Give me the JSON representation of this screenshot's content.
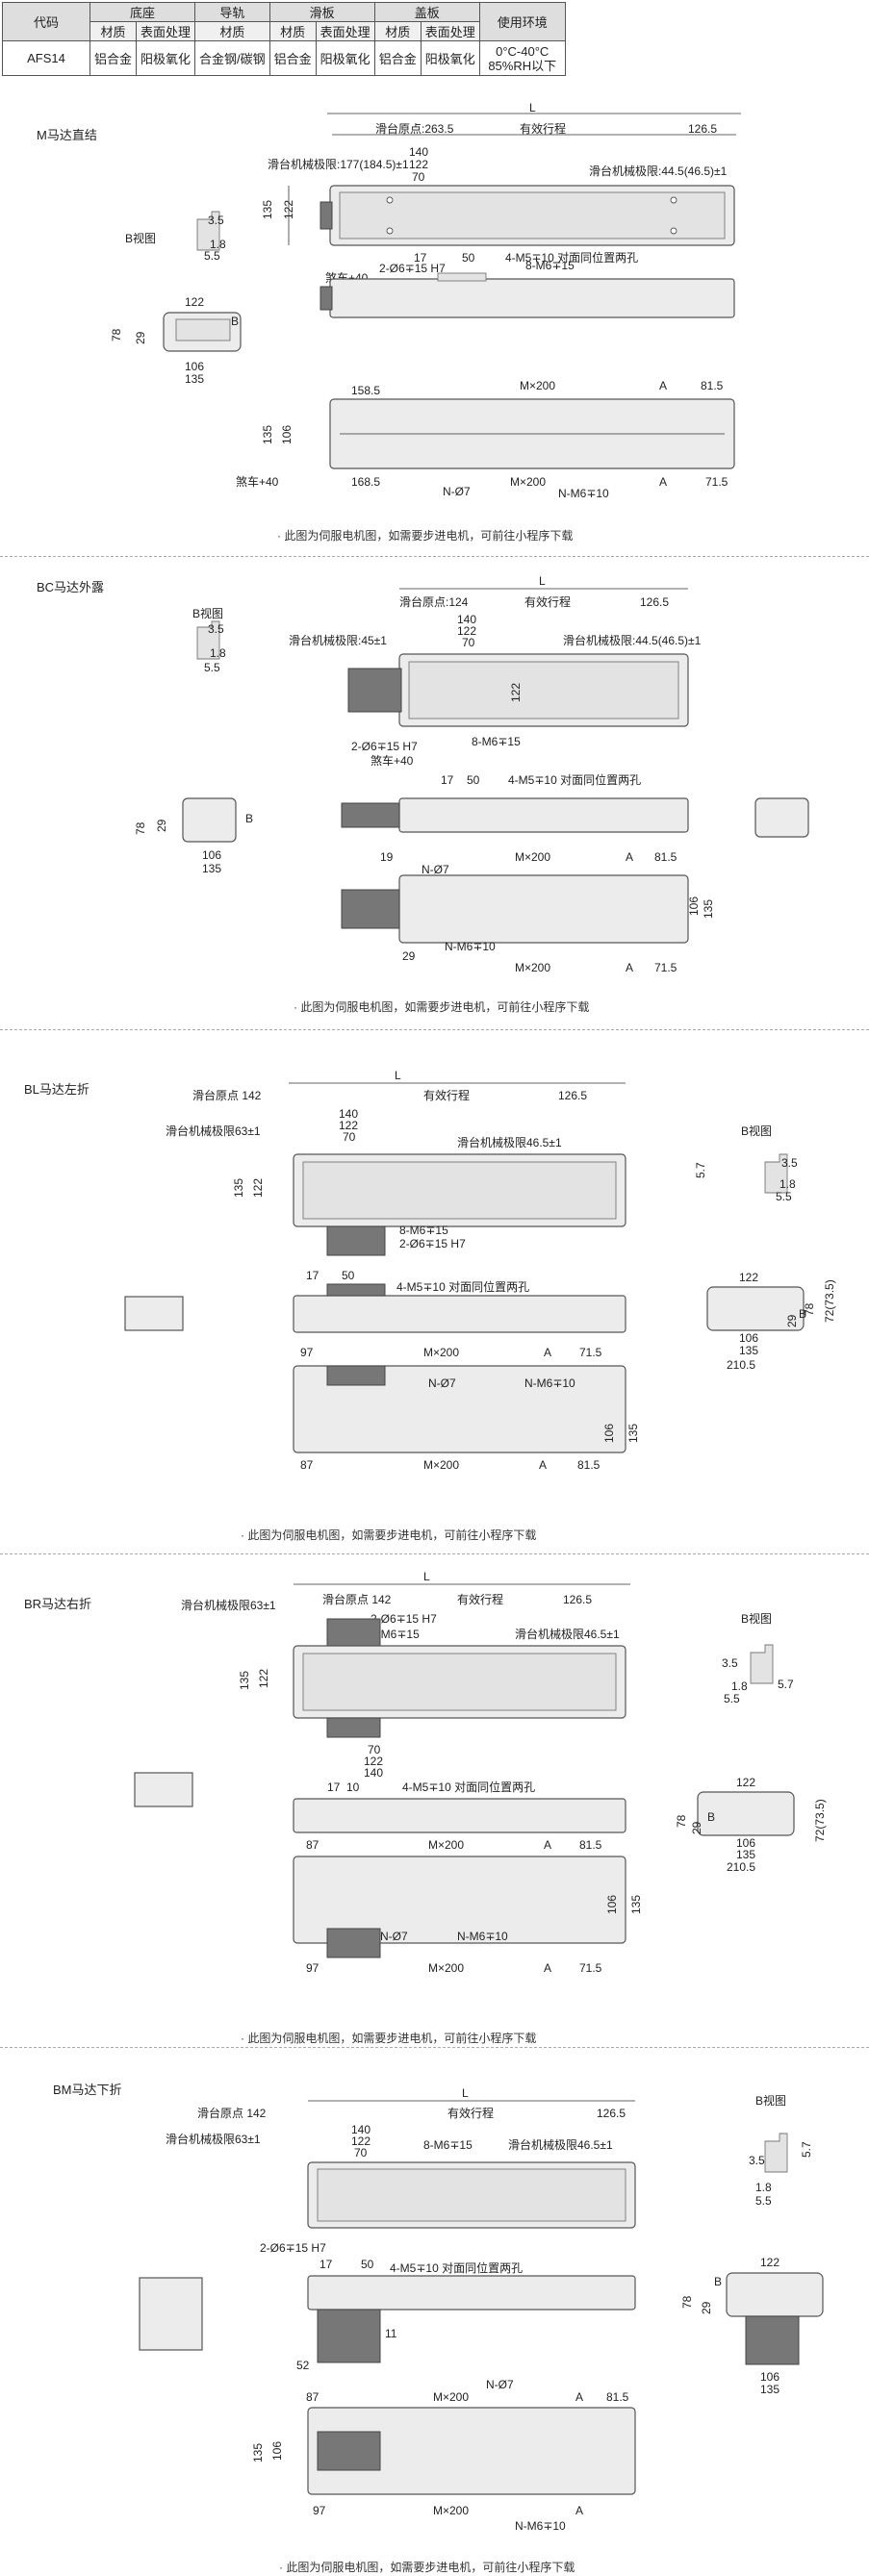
{
  "table": {
    "headers": [
      "代码",
      "底座",
      "导轨",
      "滑板",
      "盖板",
      "使用环境"
    ],
    "sub_headers": [
      "材质",
      "表面处理",
      "材质",
      "材质",
      "表面处理",
      "材质",
      "表面处理"
    ],
    "row": {
      "code": "AFS14",
      "base_material": "铝合金",
      "base_surface": "阳极氧化",
      "rail_material": "合金钢/碳钢",
      "slider_material": "铝合金",
      "slider_surface": "阳极氧化",
      "cover_material": "铝合金",
      "cover_surface": "阳极氧化",
      "env_temp": "0°C-40°C",
      "env_humidity": "85%RH以下"
    }
  },
  "note": "· 此图为伺服电机图，如需要步进电机，可前往小程序下载",
  "b_view": "B视图",
  "b_label": "B",
  "sections": [
    {
      "title": "M马达直结",
      "labels": {
        "L": "L",
        "stroke": "有效行程",
        "origin": "滑台原点:263.5",
        "limit_left": "滑台机械极限:177(184.5)±1",
        "limit_right": "滑台机械极限:44.5(46.5)±1",
        "d1265": "126.5",
        "d140": "140",
        "d122": "122",
        "d70": "70",
        "d135": "135",
        "d122v": "122",
        "brake": "煞车+40",
        "holes1": "2-Ø6∓15 H7",
        "holes2": "8-M6∓15",
        "d17": "17",
        "d50": "50",
        "holes3": "4-M5∓10 对面同位置两孔",
        "d1585": "158.5",
        "m200": "M×200",
        "a": "A",
        "d815": "81.5",
        "d106": "106",
        "brake2": "煞车+40",
        "d1685": "168.5",
        "n7": "N-Ø7",
        "m200b": "M×200",
        "nm6": "N-M6∓10",
        "a2": "A",
        "d715": "71.5",
        "b35": "3.5",
        "b18": "1.8",
        "b55": "5.5",
        "w122": "122",
        "w78": "78",
        "w29": "29",
        "w106": "106",
        "w135": "135"
      }
    },
    {
      "title": "BC马达外露",
      "labels": {
        "L": "L",
        "stroke": "有效行程",
        "origin": "滑台原点:124",
        "limit_left": "滑台机械极限:45±1",
        "limit_right": "滑台机械极限:44.5(46.5)±1",
        "d1265": "126.5",
        "d140": "140",
        "d122": "122",
        "d70": "70",
        "d122v": "122",
        "brake": "煞车+40",
        "holes1": "2-Ø6∓15 H7",
        "holes2": "8-M6∓15",
        "d17": "17",
        "d50": "50",
        "holes3": "4-M5∓10 对面同位置两孔",
        "d19": "19",
        "n7": "N-Ø7",
        "m200": "M×200",
        "a": "A",
        "d815": "81.5",
        "d135": "135",
        "d106": "106",
        "d29": "29",
        "nm6": "N-M6∓10",
        "m200b": "M×200",
        "a2": "A",
        "d715": "71.5",
        "b35": "3.5",
        "b18": "1.8",
        "b55": "5.5",
        "w78": "78",
        "w29": "29",
        "w106": "106",
        "w135": "135"
      }
    },
    {
      "title": "BL马达左折",
      "labels": {
        "L": "L",
        "origin": "滑台原点 142",
        "stroke": "有效行程",
        "d1265": "126.5",
        "d140": "140",
        "d122": "122",
        "d70": "70",
        "limit_left": "滑台机械极限63±1",
        "limit_right": "滑台机械极限46.5±1",
        "d135": "135",
        "d122v": "122",
        "holes2": "8-M6∓15",
        "holes1": "2-Ø6∓15 H7",
        "d17": "17",
        "d50": "50",
        "holes3": "4-M5∓10 对面同位置两孔",
        "d97": "97",
        "m200": "M×200",
        "a": "A",
        "d715": "71.5",
        "n7": "N-Ø7",
        "nm6": "N-M6∓10",
        "d106": "106",
        "d135b": "135",
        "d87": "87",
        "m200b": "M×200",
        "a2": "A",
        "d815": "81.5",
        "b57": "5.7",
        "b35": "3.5",
        "b18": "1.8",
        "b55": "5.5",
        "w122": "122",
        "w72": "72(73.5)",
        "w78": "78",
        "w29": "29",
        "w106": "106",
        "w135": "135",
        "w2105": "210.5"
      }
    },
    {
      "title": "BR马达右折",
      "labels": {
        "limit_left": "滑台机械极限63±1",
        "origin": "滑台原点 142",
        "stroke": "有效行程",
        "L": "L",
        "d1265": "126.5",
        "holes1": "2-Ø6∓15 H7",
        "holes2": "8-M6∓15",
        "limit_right": "滑台机械极限46.5±1",
        "d135": "135",
        "d122v": "122",
        "d70": "70",
        "d122": "122",
        "d140": "140",
        "d17": "17",
        "d10": "10",
        "holes3": "4-M5∓10 对面同位置两孔",
        "d87": "87",
        "m200": "M×200",
        "a": "A",
        "d815": "81.5",
        "n7": "N-Ø7",
        "nm6": "N-M6∓10",
        "d106": "106",
        "d135b": "135",
        "d97": "97",
        "m200b": "M×200",
        "a2": "A",
        "d715": "71.5",
        "b35": "3.5",
        "b18": "1.8",
        "b55": "5.5",
        "b57": "5.7",
        "w122": "122",
        "w78": "78",
        "w29": "29",
        "w72": "72(73.5)",
        "w106": "106",
        "w135": "135",
        "w2105": "210.5"
      }
    },
    {
      "title": "BM马达下折",
      "labels": {
        "L": "L",
        "origin": "滑台原点 142",
        "stroke": "有效行程",
        "d1265": "126.5",
        "d140": "140",
        "d122": "122",
        "d70": "70",
        "limit_left": "滑台机械极限63±1",
        "holes2": "8-M6∓15",
        "limit_right": "滑台机械极限46.5±1",
        "holes1": "2-Ø6∓15 H7",
        "d17": "17",
        "d50": "50",
        "holes3": "4-M5∓10 对面同位置两孔",
        "d11": "11",
        "d52": "52",
        "n7": "N-Ø7",
        "d87": "87",
        "m200": "M×200",
        "a": "A",
        "d815": "81.5",
        "d135": "135",
        "d106": "106",
        "d97": "97",
        "m200b": "M×200",
        "a2": "A",
        "nm6": "N-M6∓10",
        "b57": "5.7",
        "b35": "3.5",
        "b18": "1.8",
        "b55": "5.5",
        "w122": "122",
        "w78": "78",
        "w29": "29",
        "w106": "106",
        "w135": "135"
      }
    }
  ]
}
